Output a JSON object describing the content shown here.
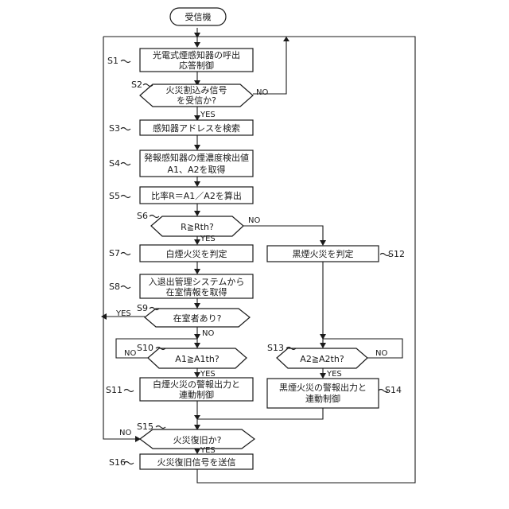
{
  "start": {
    "label": "受信機"
  },
  "steps": {
    "s1": {
      "id": "S1",
      "lines": [
        "光電式煙感知器の呼出",
        "応答制御"
      ]
    },
    "s2": {
      "id": "S2",
      "lines": [
        "火災割込み信号",
        "を受信か?"
      ]
    },
    "s3": {
      "id": "S3",
      "lines": [
        "感知器アドレスを検索"
      ]
    },
    "s4": {
      "id": "S4",
      "lines": [
        "発報感知器の煙濃度検出値",
        "A1、A2を取得"
      ]
    },
    "s5": {
      "id": "S5",
      "lines": [
        "比率R＝A1／A2を算出"
      ]
    },
    "s6": {
      "id": "S6",
      "lines": [
        "R≧Rth?"
      ]
    },
    "s7": {
      "id": "S7",
      "lines": [
        "白煙火災を判定"
      ]
    },
    "s8": {
      "id": "S8",
      "lines": [
        "入退出管理システムから",
        "在室情報を取得"
      ]
    },
    "s9": {
      "id": "S9",
      "lines": [
        "在室者あり?"
      ]
    },
    "s10": {
      "id": "S10",
      "lines": [
        "A1≧A1th?"
      ]
    },
    "s11": {
      "id": "S11",
      "lines": [
        "白煙火災の警報出力と",
        "連動制御"
      ]
    },
    "s12": {
      "id": "S12",
      "lines": [
        "黒煙火災を判定"
      ]
    },
    "s13": {
      "id": "S13",
      "lines": [
        "A2≧A2th?"
      ]
    },
    "s14": {
      "id": "S14",
      "lines": [
        "黒煙火災の警報出力と",
        "連動制御"
      ]
    },
    "s15": {
      "id": "S15",
      "lines": [
        "火災復旧か?"
      ]
    },
    "s16": {
      "id": "S16",
      "lines": [
        "火災復旧信号を送信"
      ]
    }
  },
  "labels": {
    "yes": "YES",
    "no": "NO"
  }
}
